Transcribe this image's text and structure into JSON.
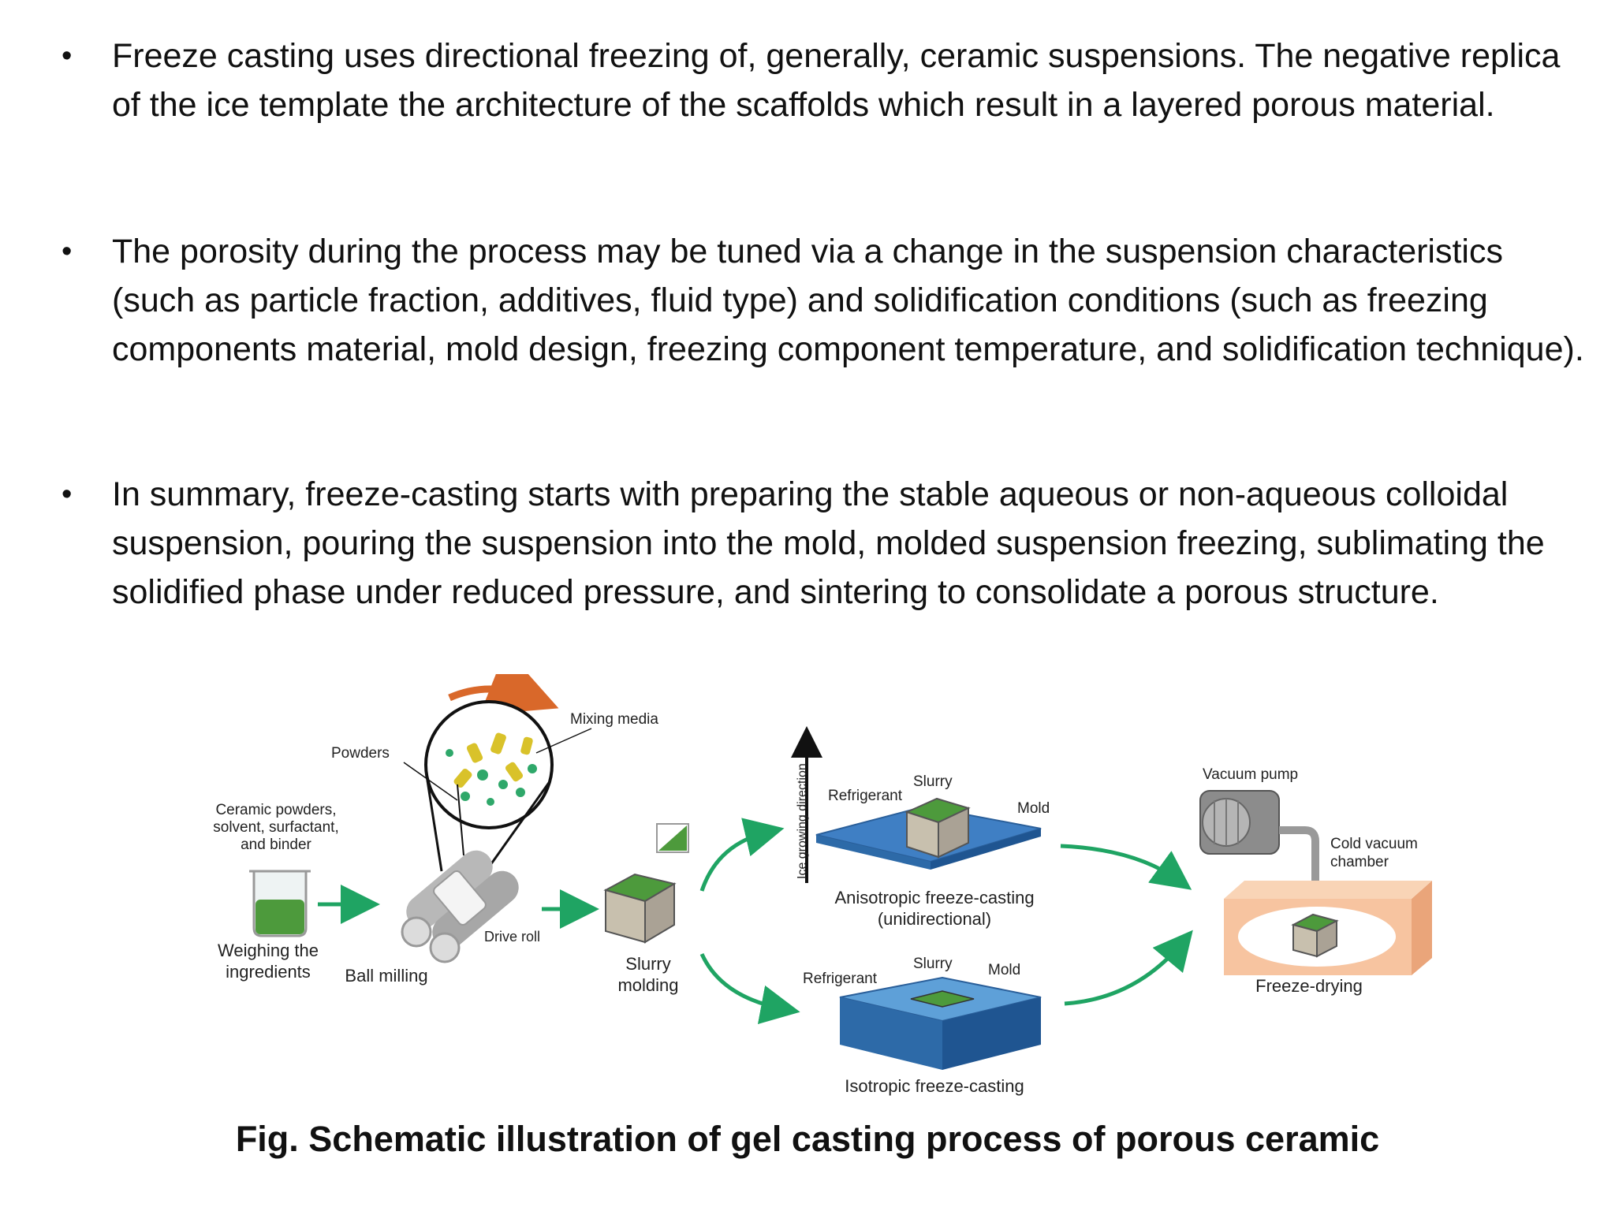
{
  "bullets": [
    {
      "text": "Freeze casting uses directional freezing of, generally, ceramic suspensions. The negative replica of the ice template the architecture of the scaffolds which result in a layered porous material."
    },
    {
      "text": "The porosity during the process may be tuned via a change in the suspension characteristics (such as particle fraction, additives, fluid type) and solidification conditions (such as freezing components material, mold design, freezing component temperature, and solidification technique)."
    },
    {
      "text": "In summary, freeze-casting starts with preparing the stable aqueous or non-aqueous colloidal suspension, pouring the suspension into the mold, molded suspension freezing, sublimating the solidified phase under reduced pressure, and sintering to consolidate a porous structure."
    }
  ],
  "bullet_symbol": "•",
  "figure": {
    "ingredients_line1": "Ceramic powders,",
    "ingredients_line2": "solvent, surfactant,",
    "ingredients_line3": "and binder",
    "weighing_line1": "Weighing the",
    "weighing_line2": "ingredients",
    "powders": "Powders",
    "mixing_media": "Mixing media",
    "drive_roll": "Drive roll",
    "ball_milling": "Ball milling",
    "slurry_molding_line1": "Slurry",
    "slurry_molding_line2": "molding",
    "ice_direction": "Ice growing direction",
    "refrigerant_top": "Refrigerant",
    "slurry_top": "Slurry",
    "mold_top": "Mold",
    "aniso_line1": "Anisotropic freeze-casting",
    "aniso_line2": "(unidirectional)",
    "refrigerant_bottom": "Refrigerant",
    "slurry_bottom": "Slurry",
    "mold_bottom": "Mold",
    "iso_label": "Isotropic freeze-casting",
    "vacuum_pump": "Vacuum pump",
    "cold_chamber_line1": "Cold vacuum",
    "cold_chamber_line2": "chamber",
    "freeze_drying": "Freeze-drying"
  },
  "caption": "Fig. Schematic illustration of gel casting process of porous ceramic",
  "colors": {
    "arrow_green": "#1fa463",
    "slurry_green": "#4d9a3c",
    "refrigerant_blue": "#3f7fc4",
    "chamber_orange": "#f7c4a0",
    "rotation_arrow": "#d9682a"
  }
}
